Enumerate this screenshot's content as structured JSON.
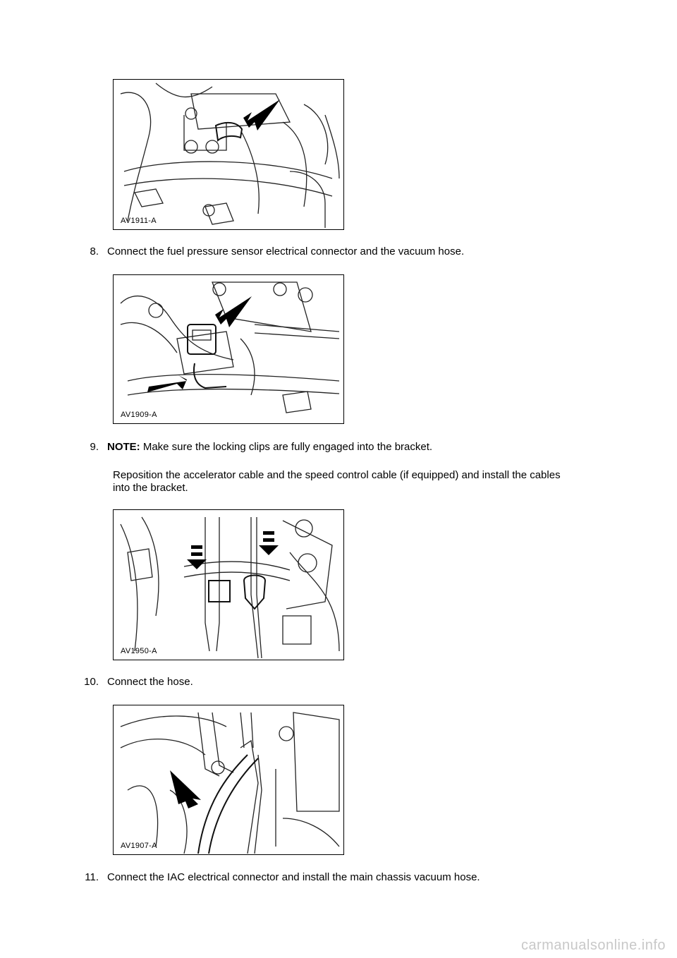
{
  "figures": [
    {
      "label": "AV1911-A",
      "name": "figure-av1911"
    },
    {
      "label": "AV1909-A",
      "name": "figure-av1909"
    },
    {
      "label": "AV1950-A",
      "name": "figure-av1950"
    },
    {
      "label": "AV1907-A",
      "name": "figure-av1907"
    }
  ],
  "steps": {
    "s8": {
      "num": "8.",
      "text": "Connect the fuel pressure sensor electrical connector and the vacuum hose."
    },
    "s9": {
      "num": "9.",
      "note_label": "NOTE:",
      "note_text": " Make sure the locking clips are fully engaged into the bracket.",
      "body_line1": "Reposition the accelerator cable and the speed control cable (if equipped) and install the cables",
      "body_line2": "into the bracket."
    },
    "s10": {
      "num": "10.",
      "text": "Connect the hose."
    },
    "s11": {
      "num": "11.",
      "text": "Connect the IAC electrical connector and install the main chassis vacuum hose."
    }
  },
  "watermark": "carmanualsonline.info"
}
